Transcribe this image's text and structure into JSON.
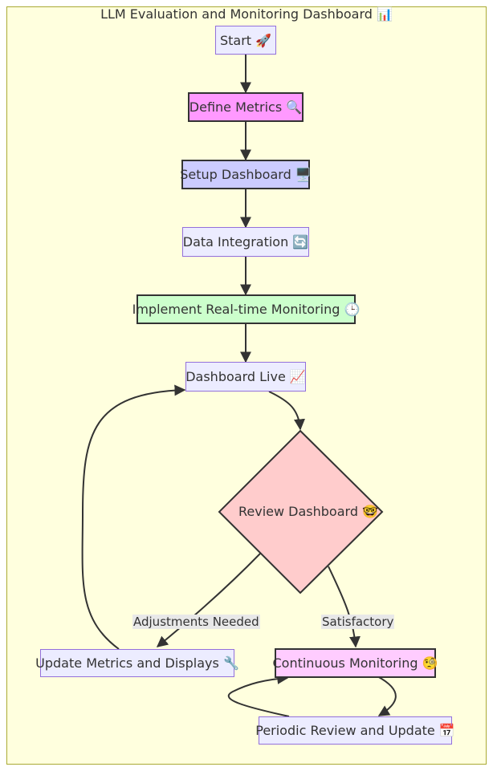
{
  "title": "LLM Evaluation and Monitoring Dashboard 📊",
  "nodes": {
    "start": "Start 🚀",
    "define": "Define Metrics 🔍",
    "setup": "Setup Dashboard 🖥️",
    "integration": "Data Integration 🔄",
    "realtime": "Implement Real-time Monitoring 🕒",
    "live": "Dashboard Live 📈",
    "review": "Review Dashboard 🤓",
    "update": "Update Metrics and Displays 🔧",
    "continuous": "Continuous Monitoring 🧐",
    "periodic": "Periodic Review and Update 📅"
  },
  "edges": {
    "adjust": "Adjustments Needed",
    "satisfactory": "Satisfactory"
  },
  "colors": {
    "background": "#ffffde",
    "default_node": "#ececff",
    "define_fill": "#f9f",
    "setup_fill": "#ccf",
    "realtime_fill": "#cfc",
    "review_fill": "#fcc",
    "continuous_fill": "#fcf",
    "line": "#333333"
  }
}
